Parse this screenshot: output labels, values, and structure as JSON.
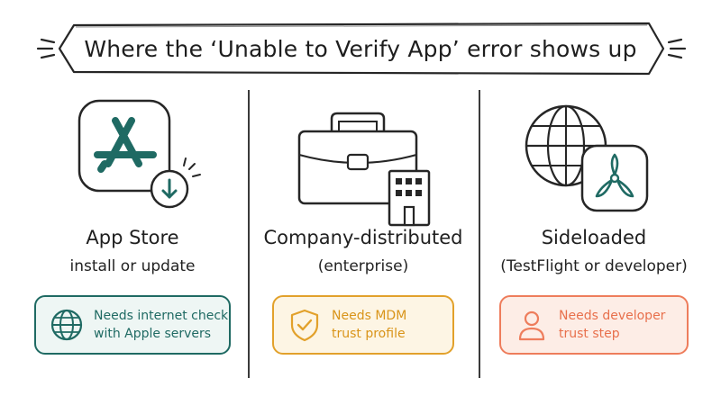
{
  "title": "Where the ‘Unable to Verify App’ error shows up",
  "colors": {
    "teal": "#1f6a63",
    "teal_bg": "#eef6f4",
    "amber": "#e2a12b",
    "amber_bg": "#fdf5e4",
    "coral": "#ee7d5c",
    "coral_bg": "#fdede6",
    "ink": "#262626"
  },
  "columns": [
    {
      "icon": "app-store-icon",
      "badge_icon": "download-arrow-icon",
      "heading": "App Store",
      "subheading": "install or update",
      "card": {
        "icon": "globe-icon",
        "line1": "Needs internet check",
        "line2": "with Apple servers"
      }
    },
    {
      "icon": "briefcase-icon",
      "badge_icon": "office-building-icon",
      "heading": "Company-distributed",
      "subheading": "(enterprise)",
      "card": {
        "icon": "shield-check-icon",
        "line1": "Needs MDM",
        "line2": "trust profile"
      }
    },
    {
      "icon": "globe-icon",
      "badge_icon": "testflight-propeller-icon",
      "heading": "Sideloaded",
      "subheading": "(TestFlight or developer)",
      "card": {
        "icon": "person-icon",
        "line1": "Needs developer",
        "line2": "trust step"
      }
    }
  ]
}
